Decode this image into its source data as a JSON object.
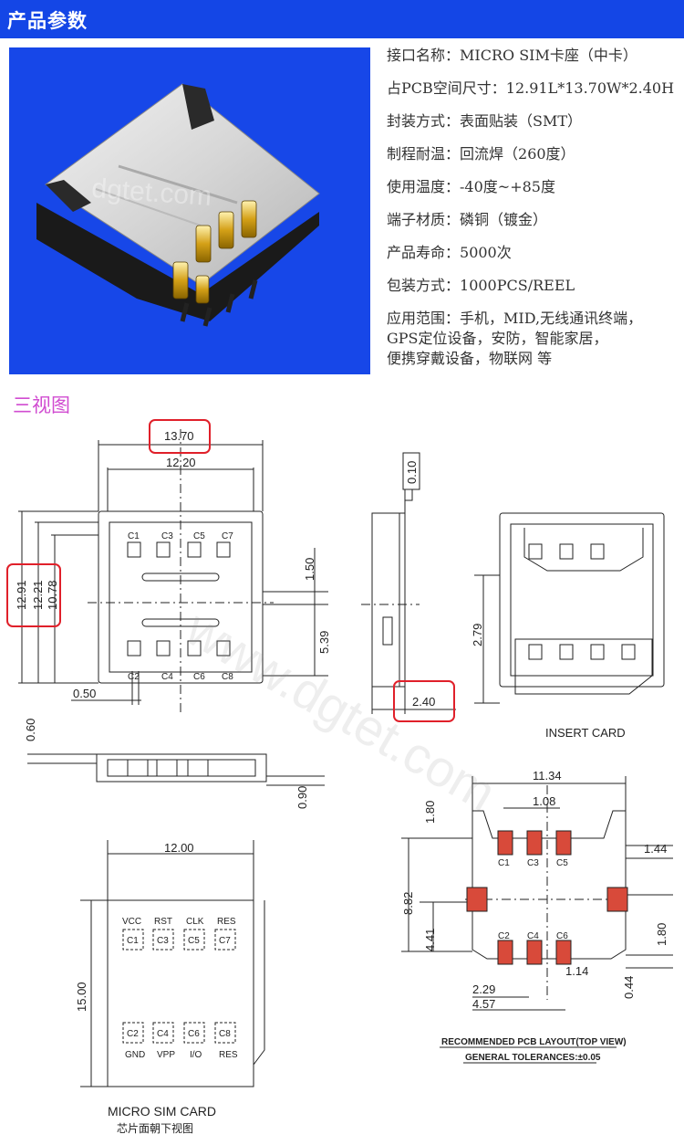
{
  "header": {
    "title": "产品参数"
  },
  "photo": {
    "watermark": "dgtet.com",
    "colors": {
      "background": "#1747e8"
    }
  },
  "specs": [
    {
      "label": "接口名称：",
      "value": "MICRO SIM卡座（中卡）"
    },
    {
      "label": "占PCB空间尺寸：",
      "value": "12.91L*13.70W*2.40H"
    },
    {
      "label": "封装方式：",
      "value": "表面贴装（SMT）"
    },
    {
      "label": "制程耐温：",
      "value": "回流焊（260度）"
    },
    {
      "label": "使用温度：",
      "value": "-40度~+85度"
    },
    {
      "label": "端子材质：",
      "value": "磷铜（镀金）"
    },
    {
      "label": "产品寿命：",
      "value": "5000次"
    },
    {
      "label": "包装方式：",
      "value": "1000PCS/REEL"
    },
    {
      "label": "应用范围：",
      "value": "手机，MID,无线通讯终端，\nGPS定位设备，安防，智能家居，\n便携穿戴设备，物联网 等"
    }
  ],
  "views": {
    "title": "三视图",
    "top_view": {
      "dims": {
        "width_outer": "13.70",
        "width_inner": "12.20",
        "h1": "12.91",
        "h2": "12.21",
        "h3": "10.78",
        "right_top": "1.50",
        "right_mid": "5.39",
        "pin": "0.50"
      },
      "pins_top": [
        "C1",
        "C3",
        "C5",
        "C7"
      ],
      "pins_bottom": [
        "C2",
        "C4",
        "C6",
        "C8"
      ]
    },
    "side_view": {
      "dims": {
        "top": "0.10",
        "height": "2.40"
      }
    },
    "insert_view": {
      "dims": {
        "depth": "2.79"
      },
      "label": "INSERT CARD"
    },
    "front_view": {
      "dims": {
        "top": "0.60",
        "bottom": "0.90"
      }
    },
    "card": {
      "dims": {
        "width": "12.00",
        "height": "15.00"
      },
      "top_labels": [
        "VCC",
        "RST",
        "CLK",
        "RES"
      ],
      "top_pins": [
        "C1",
        "C3",
        "C5",
        "C7"
      ],
      "bottom_pins": [
        "C2",
        "C4",
        "C6",
        "C8"
      ],
      "bottom_labels": [
        "GND",
        "VPP",
        "I/O",
        "RES"
      ],
      "title": "MICRO  SIM  CARD",
      "subtitle": "芯片面朝下视图"
    },
    "pcb": {
      "dims": {
        "w": "11.34",
        "p1": "1.08",
        "t": "1.80",
        "r1": "1.44",
        "h": "8.82",
        "h2": "4.41",
        "r2": "1.80",
        "c": "1.14",
        "b1": "2.29",
        "b2": "4.57",
        "r3": "0.44"
      },
      "pins_top": [
        "C1",
        "C3",
        "C5"
      ],
      "pins_bottom": [
        "C2",
        "C4",
        "C6"
      ],
      "title": "RECOMMENDED  PCB  LAYOUT(TOP  VIEW)",
      "tolerance": "GENERAL  TOLERANCES:±0.05"
    },
    "watermark": "www.dgtet.com",
    "colors": {
      "highlight": "#e0202a",
      "title": "#d14cd1"
    }
  }
}
